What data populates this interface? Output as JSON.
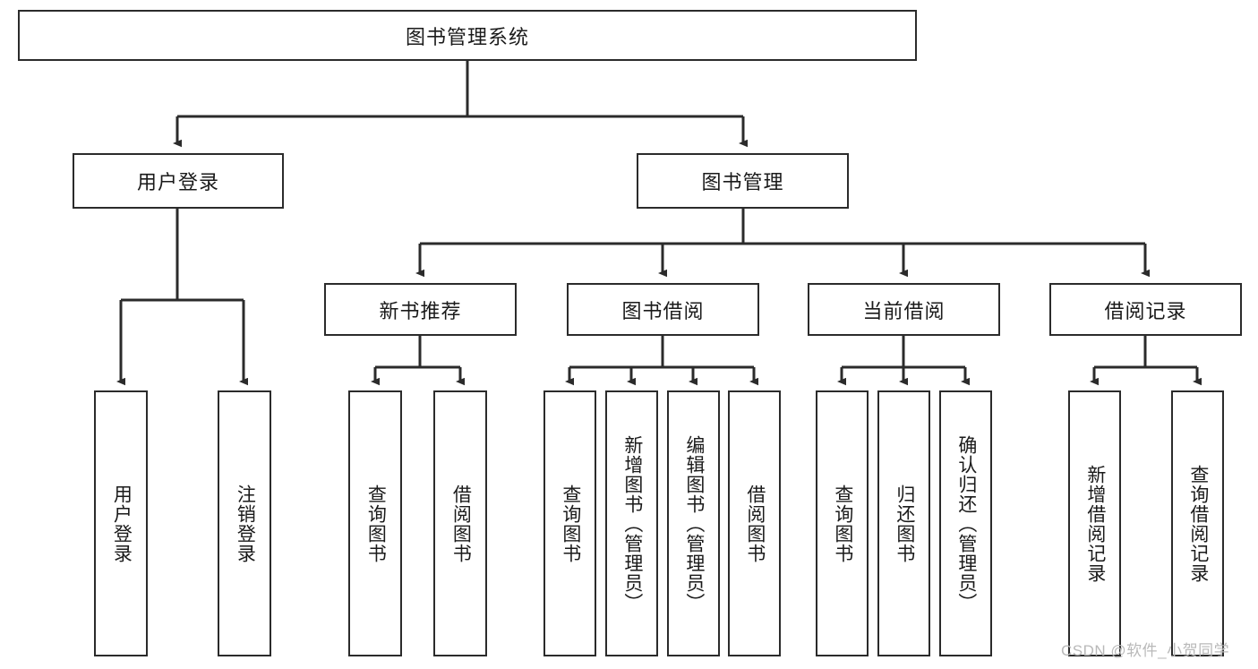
{
  "diagram": {
    "type": "tree-hierarchy",
    "title": "图书管理系统",
    "root": {
      "id": "root",
      "label": "图书管理系统",
      "orientation": "horizontal"
    },
    "level1": [
      {
        "id": "user-login",
        "label": "用户登录",
        "orientation": "horizontal"
      },
      {
        "id": "book-manage",
        "label": "图书管理",
        "orientation": "horizontal"
      }
    ],
    "level2": [
      {
        "id": "new-book-recommend",
        "label": "新书推荐",
        "orientation": "horizontal",
        "parent": "book-manage"
      },
      {
        "id": "book-borrow",
        "label": "图书借阅",
        "orientation": "horizontal",
        "parent": "book-manage"
      },
      {
        "id": "current-borrow",
        "label": "当前借阅",
        "orientation": "horizontal",
        "parent": "book-manage"
      },
      {
        "id": "borrow-record",
        "label": "借阅记录",
        "orientation": "horizontal",
        "parent": "book-manage"
      }
    ],
    "leaves": [
      {
        "id": "leaf-user-login",
        "label": "用户登录",
        "parent": "user-login"
      },
      {
        "id": "leaf-logout",
        "label": "注销登录",
        "parent": "user-login"
      },
      {
        "id": "leaf-query-book-1",
        "label": "查询图书",
        "parent": "new-book-recommend"
      },
      {
        "id": "leaf-borrow-book-1",
        "label": "借阅图书",
        "parent": "new-book-recommend"
      },
      {
        "id": "leaf-query-book-2",
        "label": "查询图书",
        "parent": "book-borrow"
      },
      {
        "id": "leaf-add-book",
        "label": "新增图书（管理员）",
        "parent": "book-borrow"
      },
      {
        "id": "leaf-edit-book",
        "label": "编辑图书（管理员）",
        "parent": "book-borrow"
      },
      {
        "id": "leaf-borrow-book-2",
        "label": "借阅图书",
        "parent": "book-borrow"
      },
      {
        "id": "leaf-query-book-3",
        "label": "查询图书",
        "parent": "current-borrow"
      },
      {
        "id": "leaf-return-book",
        "label": "归还图书",
        "parent": "current-borrow"
      },
      {
        "id": "leaf-confirm-return",
        "label": "确认归还（管理员）",
        "parent": "current-borrow"
      },
      {
        "id": "leaf-add-record",
        "label": "新增借阅记录",
        "parent": "borrow-record"
      },
      {
        "id": "leaf-query-record",
        "label": "查询借阅记录",
        "parent": "borrow-record"
      }
    ],
    "colors": {
      "box_border": "#2b2b2b",
      "box_fill": "#ffffff",
      "edge": "#2b2b2b",
      "text": "#1a1a1a",
      "watermark": "#b9b9b9",
      "background": "#ffffff"
    }
  },
  "watermark": {
    "text": "CSDN @软件_小贺同学"
  }
}
